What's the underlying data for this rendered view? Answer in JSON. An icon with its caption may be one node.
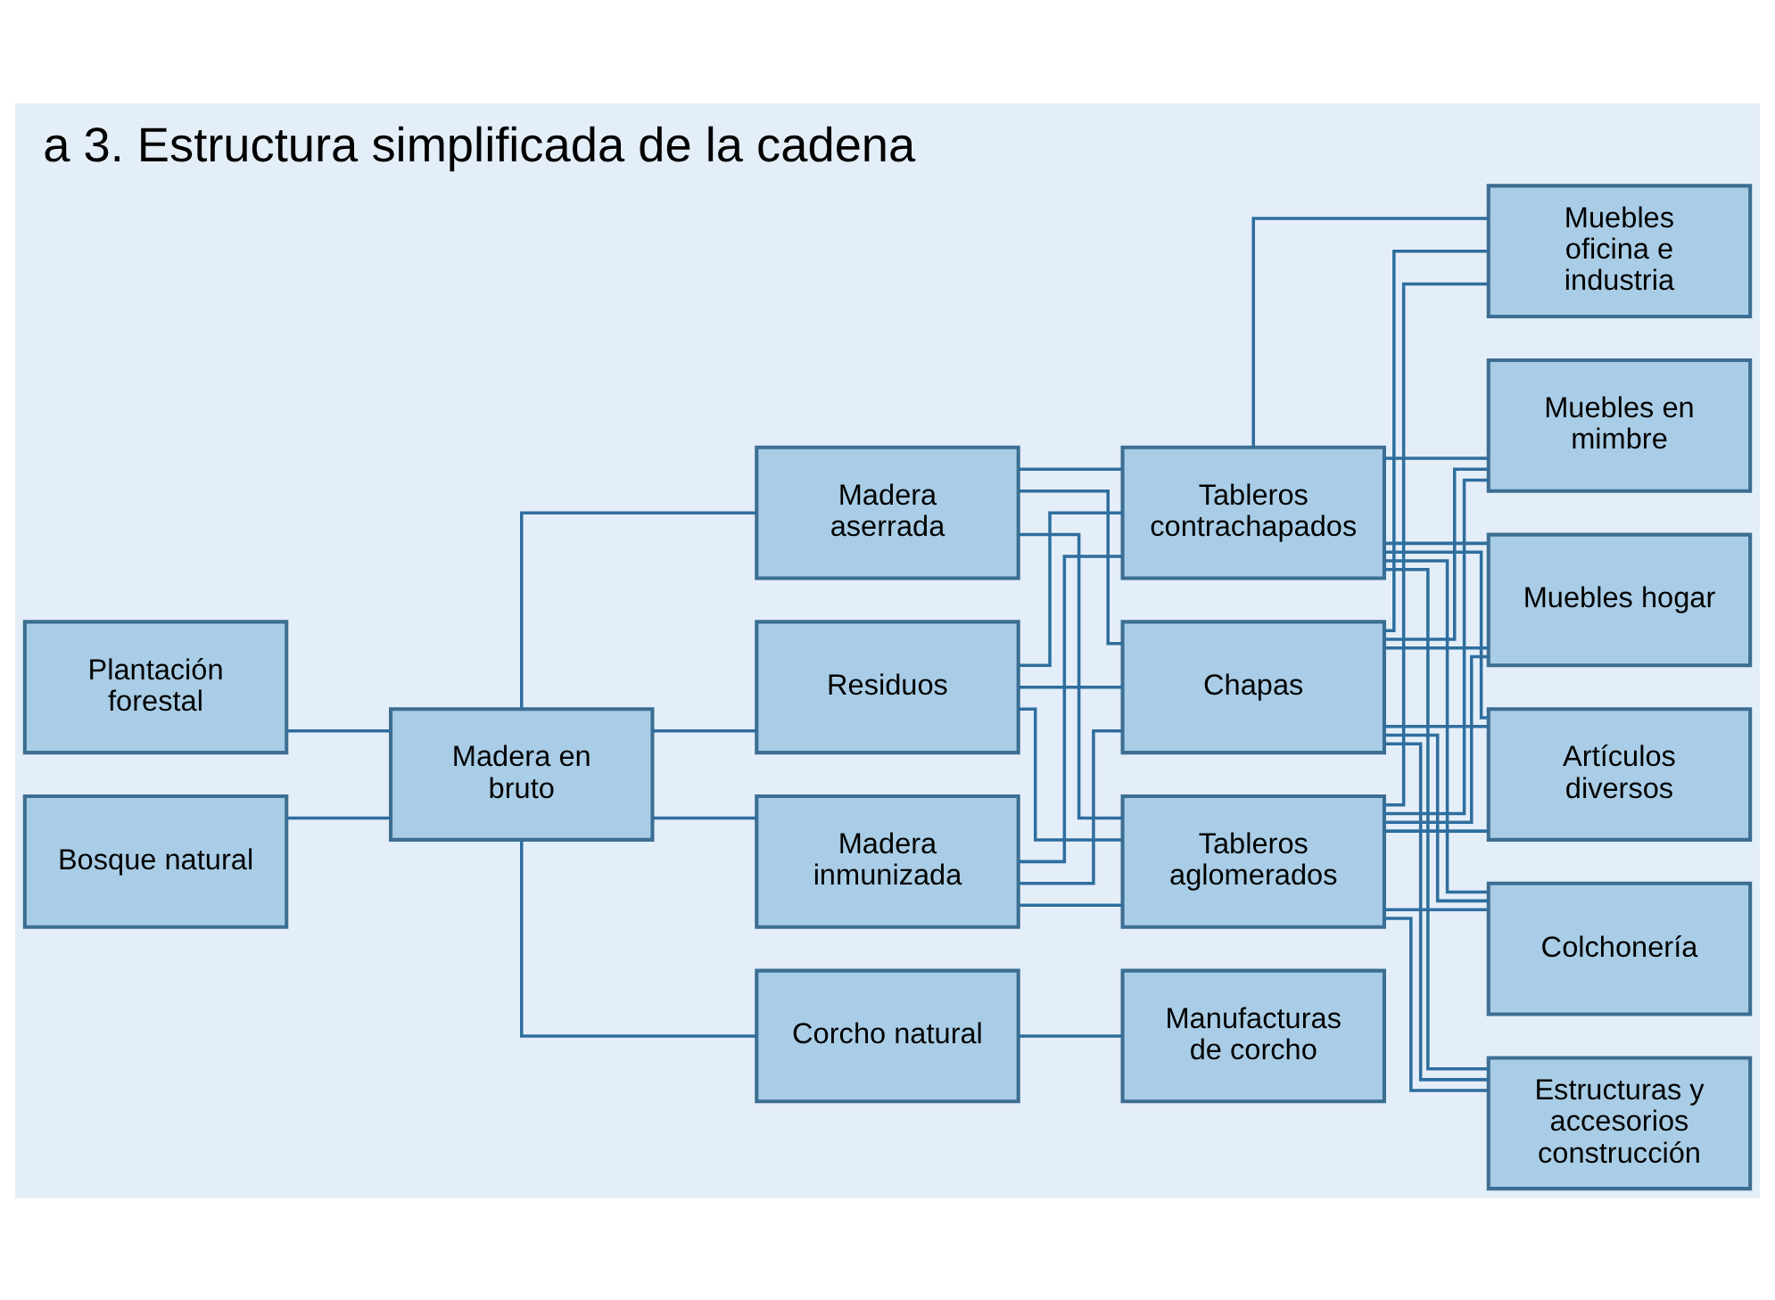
{
  "diagram": {
    "title": "a 3. Estructura simplificada de la cadena",
    "nodes": [
      {
        "text": [
          "Plantación forestal"
        ]
      },
      {
        "text": [
          "Bosque natural"
        ]
      },
      {
        "text": [
          "Madera en bruto"
        ]
      },
      {
        "text": [
          "Madera aserrada"
        ]
      },
      {
        "text": [
          "Residuos"
        ]
      },
      {
        "text": [
          "Madera inmunizada"
        ]
      },
      {
        "text": [
          "Corcho natural"
        ]
      },
      {
        "text": [
          "Tableros contrachapados"
        ]
      },
      {
        "text": [
          "Chapas"
        ]
      },
      {
        "text": [
          "Tableros aglomerados"
        ]
      },
      {
        "text": [
          "Manufacturas de corcho"
        ]
      },
      {
        "text": [
          "Muebles oficina e industria"
        ]
      },
      {
        "text": [
          "Muebles en mimbre"
        ]
      },
      {
        "text": [
          "Muebles hogar"
        ]
      },
      {
        "text": [
          "Artículos diversos"
        ]
      },
      {
        "text": [
          "Colchonería"
        ]
      },
      {
        "text": [
          "Estructuras y accesorios construcción"
        ]
      }
    ],
    "edges": [
      {
        "from": 0,
        "to": 2,
        "arrow": "none"
      },
      {
        "from": 1,
        "to": 2,
        "arrow": "none"
      },
      {
        "from": 2,
        "to": 3,
        "arrow": "none"
      },
      {
        "from": 2,
        "to": 4,
        "arrow": "none"
      },
      {
        "from": 2,
        "to": 5,
        "arrow": "none"
      },
      {
        "from": 2,
        "to": 6,
        "arrow": "none"
      },
      {
        "from": 3,
        "to": 7,
        "arrow": "none"
      },
      {
        "from": 3,
        "to": 8,
        "arrow": "none"
      },
      {
        "from": 3,
        "to": 9,
        "arrow": "none"
      },
      {
        "from": 4,
        "to": 7,
        "arrow": "none"
      },
      {
        "from": 4,
        "to": 8,
        "arrow": "none"
      },
      {
        "from": 4,
        "to": 9,
        "arrow": "none"
      },
      {
        "from": 5,
        "to": 7,
        "arrow": "none"
      },
      {
        "from": 5,
        "to": 8,
        "arrow": "none"
      },
      {
        "from": 5,
        "to": 9,
        "arrow": "none"
      },
      {
        "from": 6,
        "to": 10,
        "arrow": "none"
      },
      {
        "from": 7,
        "to": 11,
        "arrow": "none"
      },
      {
        "from": 7,
        "to": 12,
        "arrow": "none"
      },
      {
        "from": 7,
        "to": 13,
        "arrow": "none"
      },
      {
        "from": 7,
        "to": 14,
        "arrow": "none"
      },
      {
        "from": 7,
        "to": 15,
        "arrow": "none"
      },
      {
        "from": 7,
        "to": 16,
        "arrow": "none"
      },
      {
        "from": 8,
        "to": 11,
        "arrow": "none"
      },
      {
        "from": 8,
        "to": 12,
        "arrow": "none"
      },
      {
        "from": 8,
        "to": 13,
        "arrow": "none"
      },
      {
        "from": 8,
        "to": 14,
        "arrow": "none"
      },
      {
        "from": 8,
        "to": 15,
        "arrow": "none"
      },
      {
        "from": 8,
        "to": 16,
        "arrow": "none"
      },
      {
        "from": 9,
        "to": 11,
        "arrow": "none"
      },
      {
        "from": 9,
        "to": 12,
        "arrow": "none"
      },
      {
        "from": 9,
        "to": 13,
        "arrow": "none"
      },
      {
        "from": 9,
        "to": 14,
        "arrow": "none"
      },
      {
        "from": 9,
        "to": 15,
        "arrow": "none"
      },
      {
        "from": 9,
        "to": 16,
        "arrow": "none"
      }
    ]
  }
}
